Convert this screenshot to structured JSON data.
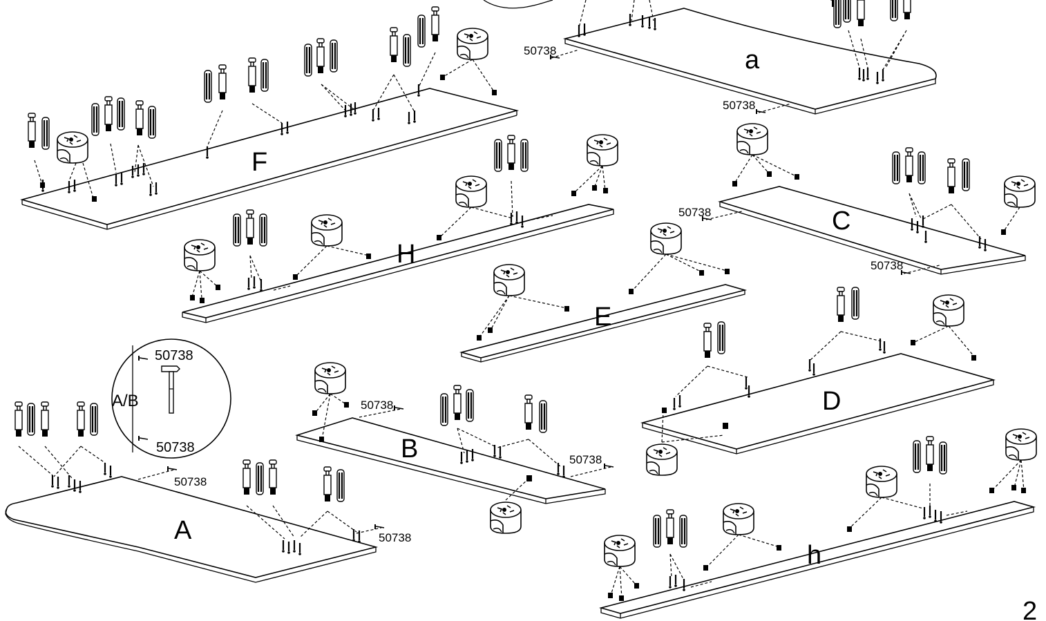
{
  "panels": {
    "A": "A",
    "B": "B",
    "C": "C",
    "D": "D",
    "E": "E",
    "F": "F",
    "H": "H",
    "a": "a",
    "h": "h"
  },
  "part_code": "50738",
  "detail_panel_label": "A/B",
  "page_number": "2"
}
